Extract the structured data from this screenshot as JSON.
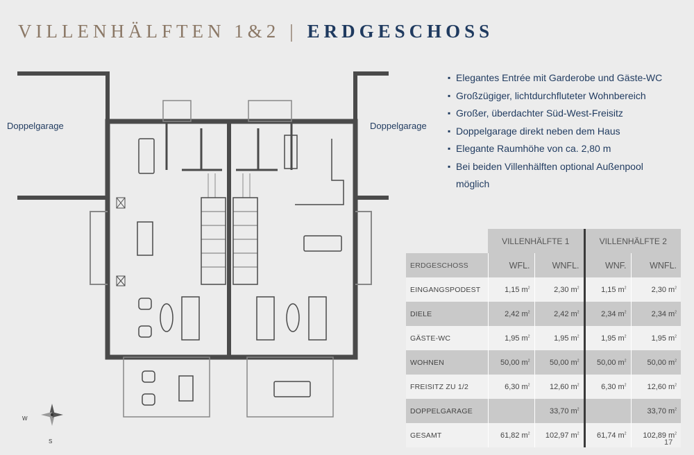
{
  "header": {
    "title_left": "VILLENHÄLFTEN 1&2",
    "separator": "|",
    "title_right": "ERDGESCHOSS"
  },
  "plan": {
    "label_left": "Doppelgarage",
    "label_right": "Doppelgarage"
  },
  "features": [
    "Elegantes Entrée mit Garderobe und Gäste-WC",
    "Großzügiger, lichtdurchfluteter Wohnbereich",
    "Großer, überdachter Süd-West-Freisitz",
    "Doppelgarage direkt neben dem Haus",
    "Elegante Raumhöhe von ca. 2,80 m",
    "Bei beiden Villenhälften optional Außenpool",
    "möglich"
  ],
  "table": {
    "group_1": "VILLENHÄLFTE 1",
    "group_2": "VILLENHÄLFTE 2",
    "col_label": "ERDGESCHOSS",
    "col_1": "WFL.",
    "col_2": "WNFL.",
    "col_3": "WNF.",
    "col_4": "WNFL.",
    "unit": "m²",
    "rows": [
      {
        "label": "EINGANGSPODEST",
        "v1": "1,15 m",
        "v2": "2,30 m",
        "v3": "1,15 m",
        "v4": "2,30 m"
      },
      {
        "label": "DIELE",
        "v1": "2,42 m",
        "v2": "2,42 m",
        "v3": "2,34 m",
        "v4": "2,34 m"
      },
      {
        "label": "GÄSTE-WC",
        "v1": "1,95 m",
        "v2": "1,95 m",
        "v3": "1,95 m",
        "v4": "1,95 m"
      },
      {
        "label": "WOHNEN",
        "v1": "50,00 m",
        "v2": "50,00 m",
        "v3": "50,00 m",
        "v4": "50,00 m"
      },
      {
        "label": "FREISITZ ZU 1/2",
        "v1": "6,30 m",
        "v2": "12,60 m",
        "v3": "6,30 m",
        "v4": "12,60 m"
      },
      {
        "label": "DOPPELGARAGE",
        "v1": "",
        "v2": "33,70 m",
        "v3": "",
        "v4": "33,70 m"
      },
      {
        "label": "GESAMT",
        "v1": "61,82 m",
        "v2": "102,97 m",
        "v3": "61,74 m",
        "v4": "102,89 m"
      }
    ]
  },
  "compass": {
    "west": "W",
    "south": "S"
  },
  "page_number": "17",
  "colors": {
    "accent_gold": "#8b7866",
    "accent_blue": "#1f3a5f",
    "wall": "#4a4a4a"
  }
}
